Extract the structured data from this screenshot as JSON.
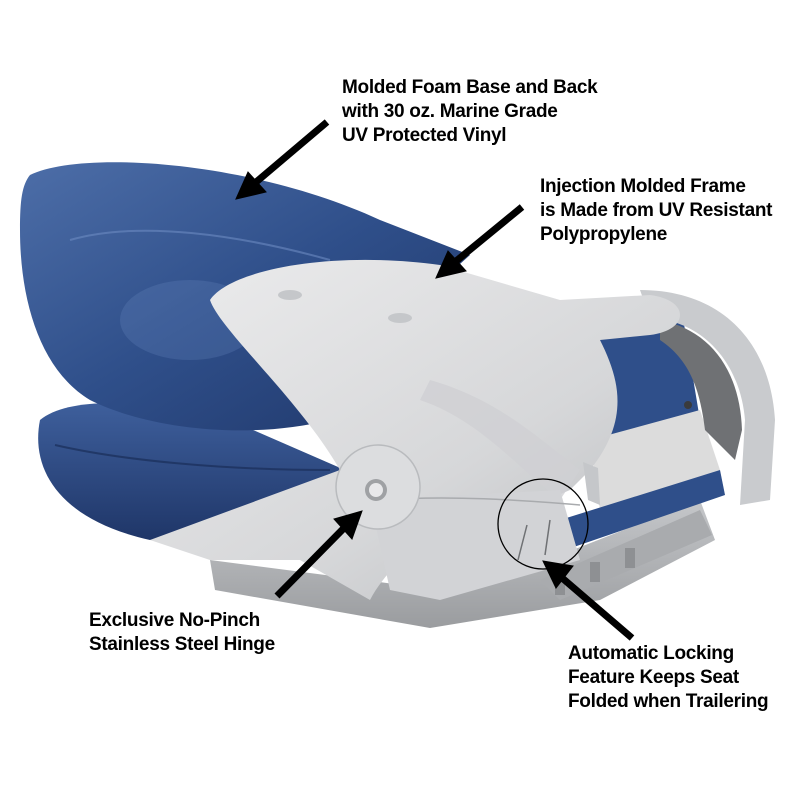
{
  "image": {
    "subject": "Folding marine boat seat, blue and gray",
    "colors": {
      "background": "#ffffff",
      "vinyl_blue": "#2f4f8a",
      "vinyl_blue_dark": "#1f3668",
      "vinyl_blue_light": "#4d6ea8",
      "frame_gray": "#d9dadc",
      "frame_gray_shadow": "#b9bbbe",
      "frame_gray_dark": "#8e9093",
      "seat_insert_gray": "#dcdcdc",
      "text": "#000000",
      "arrow": "#000000"
    }
  },
  "callouts": [
    {
      "id": "foam-vinyl",
      "lines": [
        "Molded Foam Base and Back",
        "with 30 oz. Marine Grade",
        "UV Protected Vinyl"
      ]
    },
    {
      "id": "frame",
      "lines": [
        "Injection Molded Frame",
        "is Made from UV Resistant",
        "Polypropylene"
      ]
    },
    {
      "id": "hinge",
      "lines": [
        "Exclusive No-Pinch",
        "Stainless Steel Hinge"
      ]
    },
    {
      "id": "locking",
      "lines": [
        "Automatic Locking",
        "Feature Keeps Seat",
        "Folded when Trailering"
      ]
    }
  ]
}
